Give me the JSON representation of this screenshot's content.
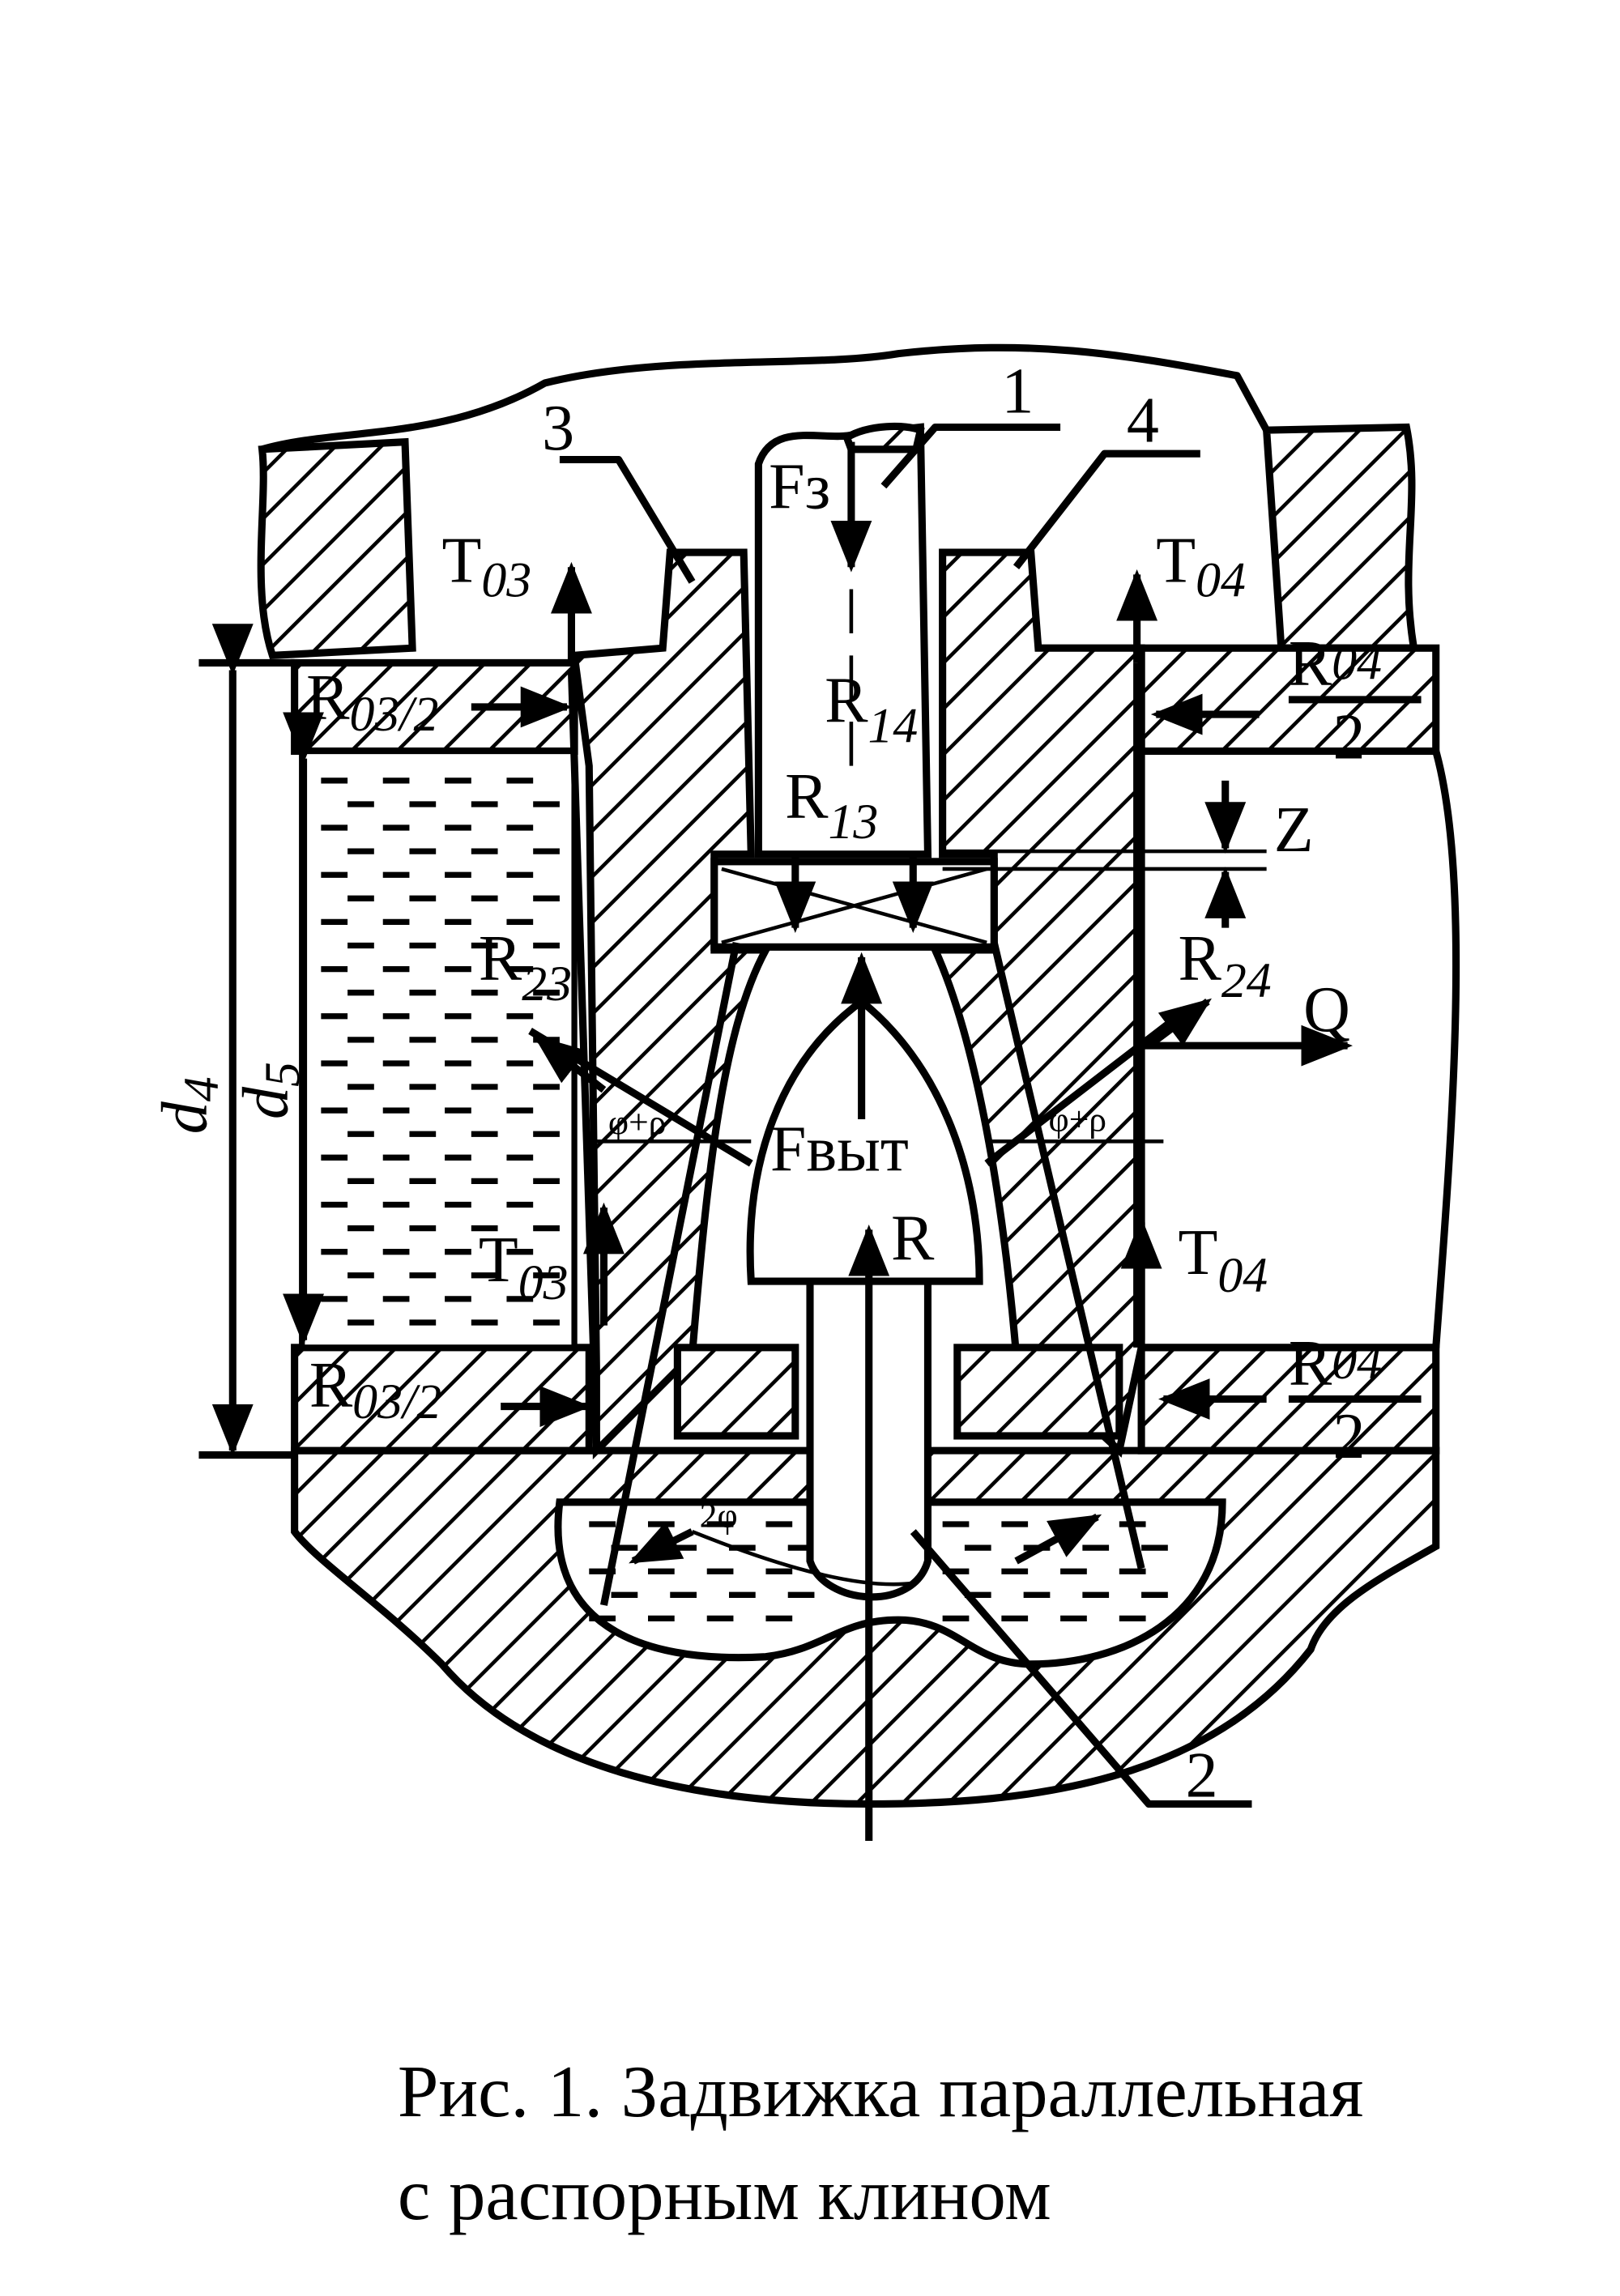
{
  "figure": {
    "caption_line1": "Рис. 1.  Задвижка параллельная",
    "caption_line2": "с распорным клином"
  },
  "parts": {
    "p1": "1",
    "p2": "2",
    "p3": "3",
    "p4": "4"
  },
  "forces": {
    "Fz": "Fз",
    "Fvyt": "Fвыт",
    "R": "R",
    "Q": "Q",
    "Z": "Z",
    "T03_top": {
      "main": "T",
      "sub": "03"
    },
    "T04_top": {
      "main": "T",
      "sub": "04"
    },
    "T03_bot": {
      "main": "T",
      "sub": "03"
    },
    "T04_bot": {
      "main": "T",
      "sub": "04"
    },
    "R03_top": {
      "main": "R",
      "sub": "03/2"
    },
    "R03_bot": {
      "main": "R",
      "sub": "03/2"
    },
    "R04_top": {
      "main": "R",
      "sub": "04",
      "den": "2"
    },
    "R04_bot": {
      "main": "R",
      "sub": "04",
      "den": "2"
    },
    "R14": {
      "main": "R",
      "sub": "14"
    },
    "R13": {
      "main": "R",
      "sub": "13"
    },
    "R23": {
      "main": "R",
      "sub": "23"
    },
    "R24": {
      "main": "R",
      "sub": "24"
    }
  },
  "angles": {
    "left": "φ+ρ",
    "right": "φ+ρ",
    "wedge": "2φ"
  },
  "dimensions": {
    "d4": "d",
    "d4_sub": "4",
    "d5": "d",
    "d5_sub": "5"
  }
}
